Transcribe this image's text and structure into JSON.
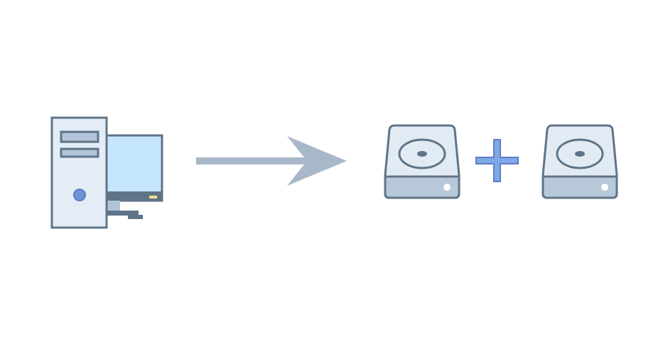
{
  "diagram": {
    "nodes": [
      {
        "id": "computer",
        "icon": "desktop-computer-icon"
      },
      {
        "id": "disk-1",
        "icon": "hard-drive-icon"
      },
      {
        "id": "disk-2",
        "icon": "hard-drive-icon"
      }
    ],
    "connectors": [
      {
        "from": "computer",
        "to": "disk-1",
        "icon": "arrow-right-icon"
      },
      {
        "between": [
          "disk-1",
          "disk-2"
        ],
        "icon": "plus-icon"
      }
    ]
  },
  "colors": {
    "outline": "#5f7489",
    "case_fill": "#e4edf5",
    "slot_fill": "#b2c4d8",
    "screen_fill": "#c5e6fd",
    "power_button": "#6d95d6",
    "led": "#f5e08a",
    "arrow": "#a8b8c9",
    "drive_top": "#e2ebf3",
    "drive_bottom": "#b7c8d9",
    "plus": "#7ea8e6",
    "plus_outline": "#5b7ec4"
  }
}
